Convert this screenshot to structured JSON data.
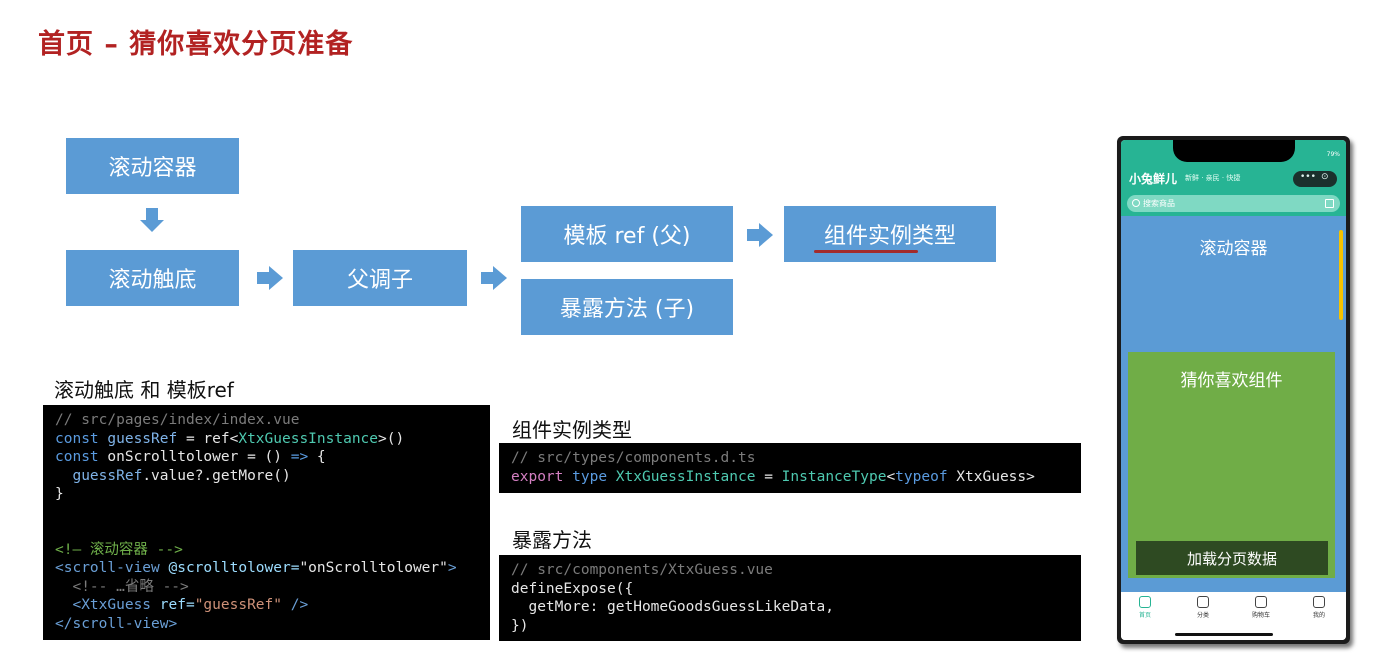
{
  "title": "首页 – 猜你喜欢分页准备",
  "flow": {
    "scroll_container": "滚动容器",
    "scroll_bottom": "滚动触底",
    "parent_calls_child": "父调子",
    "template_ref": "模板 ref (父)",
    "expose_methods": "暴露方法 (子)",
    "instance_type": "组件实例类型"
  },
  "sections": {
    "scroll_ref": "滚动触底 和 模板ref",
    "instance_type": "组件实例类型",
    "expose": "暴露方法"
  },
  "code1": {
    "l1": "// src/pages/index/index.vue",
    "l2_kw": "const",
    "l2_var": "guessRef",
    "l2_rest": " = ref<",
    "l2_type": "XtxGuessInstance",
    "l2_end": ">()",
    "l3_kw": "const",
    "l3_var": "onScrolltolower",
    "l3_rest": " = () ",
    "l3_arrow": "=>",
    "l3_end": " {",
    "l4_var": "guessRef",
    "l4_rest": ".value?.getMore()",
    "l5": "}",
    "l8": "<!– 滚动容器 -->",
    "l9_tag": "<scroll-view",
    "l9_attr": " @scrolltolower=",
    "l9_val": "\"onScrolltolower\"",
    "l9_end": ">",
    "l10": "<!-- …省略 -->",
    "l11_tag": "<XtxGuess",
    "l11_attr": " ref=",
    "l11_val": "\"guessRef\"",
    "l11_end": " />",
    "l12": "</scroll-view>"
  },
  "code2": {
    "l1": "// src/types/components.d.ts",
    "l2_kw": "export",
    "l2_kw2": "type",
    "l2_name": "XtxGuessInstance",
    "l2_eq": " = ",
    "l2_type": "InstanceType",
    "l2_lt": "<",
    "l2_typeof": "typeof",
    "l2_arg": " XtxGuess>"
  },
  "code3": {
    "l1": "// src/components/XtxGuess.vue",
    "l2": "defineExpose({",
    "l3": "  getMore: getHomeGoodsGuessLikeData,",
    "l4": "})"
  },
  "phone": {
    "battery": "79%",
    "brand": "小兔鲜儿",
    "slogan": "新鲜 · 亲民 · 快捷",
    "search_placeholder": "搜索商品",
    "scroll_title": "滚动容器",
    "guess_title": "猜你喜欢组件",
    "load_button": "加载分页数据",
    "tabs": [
      "首页",
      "分类",
      "购物车",
      "我的"
    ]
  },
  "colors": {
    "title": "#b22222",
    "box": "#5b9bd5",
    "guess": "#70ad47",
    "phone_header": "#27b494"
  }
}
